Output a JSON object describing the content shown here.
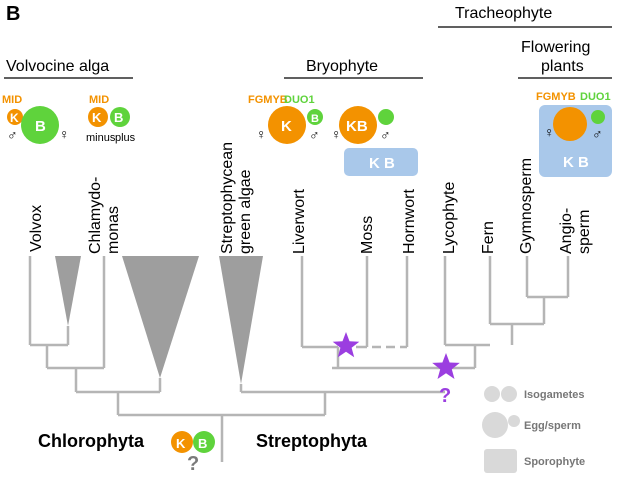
{
  "panel_letter": "B",
  "groups": {
    "tracheophyte": "Tracheophyte",
    "flowering_plants_line1": "Flowering",
    "flowering_plants_line2": "plants",
    "bryophyte": "Bryophyte",
    "volvocine": "Volvocine alga"
  },
  "taxa": {
    "volvox": "Volvox",
    "chlamy_line1": "Chlamydo-",
    "chlamy_line2": "monas",
    "strepto_line1": "Streptophycean",
    "strepto_line2": "green algae",
    "liverwort": "Liverwort",
    "moss": "Moss",
    "hornwort": "Hornwort",
    "lycophyte": "Lycophyte",
    "fern": "Fern",
    "gymnosperm": "Gymnosperm",
    "angio_line1": "Angio-",
    "angio_line2": "sperm"
  },
  "genes": {
    "mid": "MID",
    "fgmyb": "FGMYB",
    "duo1": "DUO1",
    "k": "K",
    "b": "B",
    "kb": "KB",
    "k_b": "K B"
  },
  "mating": {
    "minus": "minus",
    "plus": "plus",
    "female": "♀",
    "male": "♂"
  },
  "clades": {
    "chlorophyta": "Chlorophyta",
    "streptophyta": "Streptophyta"
  },
  "question_mark": "?",
  "legend": {
    "isogametes": "Isogametes",
    "egg_sperm": "Egg/sperm",
    "sporophyte": "Sporophyte"
  },
  "colors": {
    "orange": "#f39200",
    "green": "#5fd33c",
    "blue_box": "#a9c8ea",
    "tree": "#b5b5b5",
    "triangle": "#9e9e9e",
    "star": "#9b3ee0",
    "legend_grey": "#d9d9d9"
  }
}
